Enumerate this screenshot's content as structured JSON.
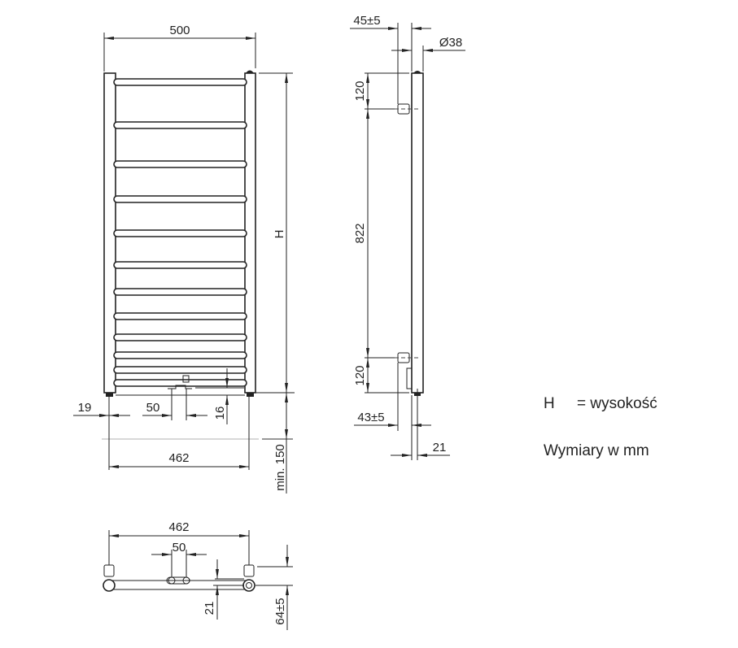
{
  "front_view": {
    "width_label": "500",
    "height_label": "H",
    "floor_clearance_label": "min. 150",
    "leg_offset_label": "19",
    "connection_spacing_label": "50",
    "connection_height_label": "16",
    "axis_spacing_label": "462",
    "bar_count": 12
  },
  "side_view": {
    "wall_distance_label": "45±5",
    "diameter_label": "Ø38",
    "top_offset_label": "120",
    "bracket_spacing_label": "822",
    "bottom_offset_label": "120",
    "bottom_wall_distance_label": "43±5",
    "depth_label": "21"
  },
  "plan_view": {
    "axis_spacing_label": "462",
    "connection_spacing_label": "50",
    "connection_offset_label": "21",
    "wall_offset_label": "64±5"
  },
  "legend": {
    "h_symbol": "H",
    "h_definition": "= wysokość",
    "units_note": "Wymiary w mm"
  }
}
